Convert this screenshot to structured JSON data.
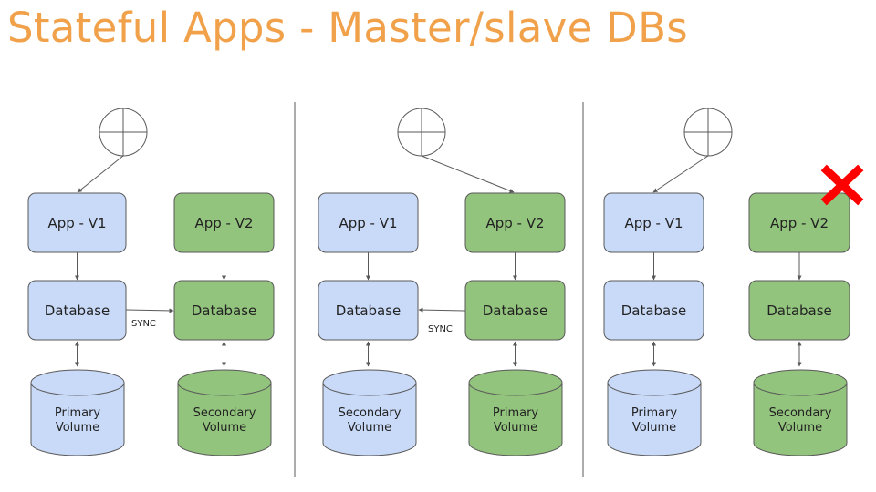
{
  "slide": {
    "title": "Stateful Apps - Master/slave DBs"
  },
  "colors": {
    "title": "#f0a14a",
    "blue_fill": "#c9daf8",
    "green_fill": "#93c47d",
    "stroke": "#595959",
    "divider": "#595959",
    "fail_mark": "#ff0000"
  },
  "panels": [
    {
      "app_v1": "App - V1",
      "app_v2": "App - V2",
      "db_left": "Database",
      "db_right": "Database",
      "vol_left": [
        "Primary",
        "Volume"
      ],
      "vol_right": [
        "Secondary",
        "Volume"
      ],
      "sync_label": "SYNC"
    },
    {
      "app_v1": "App - V1",
      "app_v2": "App - V2",
      "db_left": "Database",
      "db_right": "Database",
      "vol_left": [
        "Secondary",
        "Volume"
      ],
      "vol_right": [
        "Primary",
        "Volume"
      ],
      "sync_label": "SYNC"
    },
    {
      "app_v1": "App - V1",
      "app_v2": "App - V2",
      "db_left": "Database",
      "db_right": "Database",
      "vol_left": [
        "Primary",
        "Volume"
      ],
      "vol_right": [
        "Secondary",
        "Volume"
      ],
      "sync_label": ""
    }
  ]
}
